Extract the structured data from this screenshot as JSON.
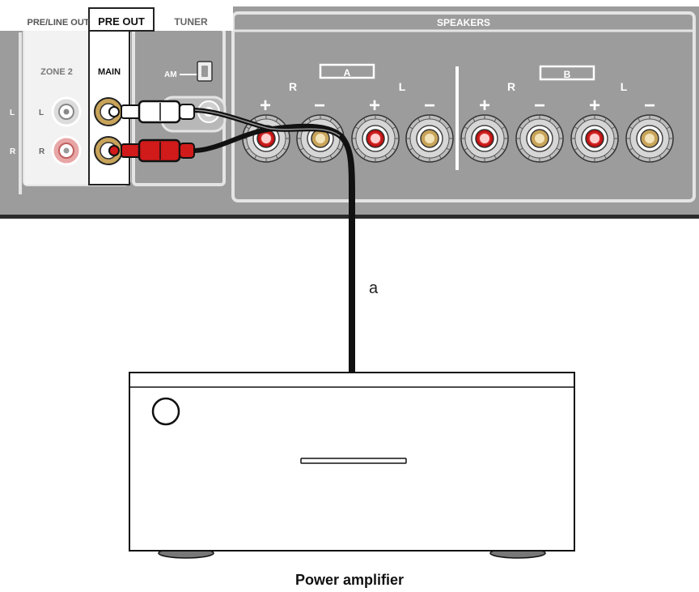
{
  "panel": {
    "pre_line_out_label": "PRE/LINE OUT",
    "pre_out_label": "PRE OUT",
    "tuner_label": "TUNER",
    "speakers_label": "SPEAKERS",
    "zone2_label": "ZONE 2",
    "main_label": "MAIN",
    "am_label": "AM",
    "side_l": "L",
    "side_r": "R",
    "zone2_l": "L",
    "zone2_r": "R",
    "speakers": {
      "group_a": {
        "label": "A",
        "r_label": "R",
        "l_label": "L"
      },
      "group_b": {
        "label": "B",
        "r_label": "R",
        "l_label": "L"
      },
      "polarity": [
        "+",
        "−",
        "+",
        "−",
        "+",
        "−",
        "+",
        "−"
      ]
    },
    "panel_color": "#9c9c9c",
    "border_color": "#e4e4e4"
  },
  "cable": {
    "label": "a",
    "white_plug_color": "#ffffff",
    "red_plug_color": "#d11a1a"
  },
  "amplifier": {
    "caption": "Power amplifier"
  }
}
